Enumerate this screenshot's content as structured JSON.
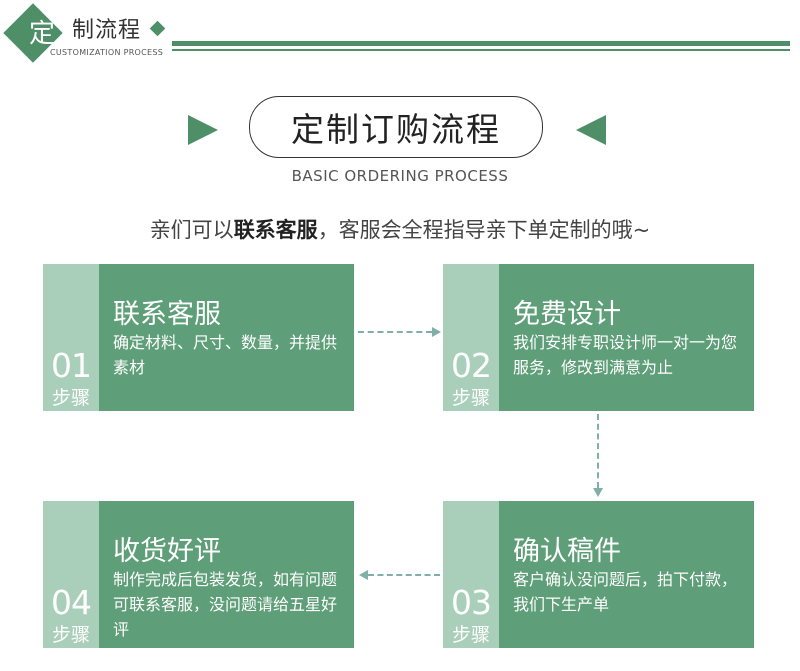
{
  "header": {
    "badge_char": "定",
    "title": "制流程",
    "subtitle": "CUSTOMIZATION PROCESS"
  },
  "main": {
    "title": "定制订购流程",
    "subtitle": "BASIC ORDERING PROCESS",
    "intro_before": "亲们可以",
    "intro_bold": "联系客服",
    "intro_after": "，客服会全程指导亲下单定制的哦~"
  },
  "steps": [
    {
      "number": "01",
      "step_label": "步骤",
      "title": "联系客服",
      "desc": "确定材料、尺寸、数量，并提供素材"
    },
    {
      "number": "02",
      "step_label": "步骤",
      "title": "免费设计",
      "desc": "我们安排专职设计师一对一为您服务，修改到满意为止"
    },
    {
      "number": "03",
      "step_label": "步骤",
      "title": "确认稿件",
      "desc": "客户确认没问题后，拍下付款，我们下生产单"
    },
    {
      "number": "04",
      "step_label": "步骤",
      "title": "收货好评",
      "desc": "制作完成后包装发货，如有问题可联系客服，没问题请给五星好评"
    }
  ],
  "colors": {
    "accent": "#4f8f68",
    "card_body": "#5e9e78",
    "card_number_column": "#a9cfba",
    "connector": "#7fb0a8"
  }
}
